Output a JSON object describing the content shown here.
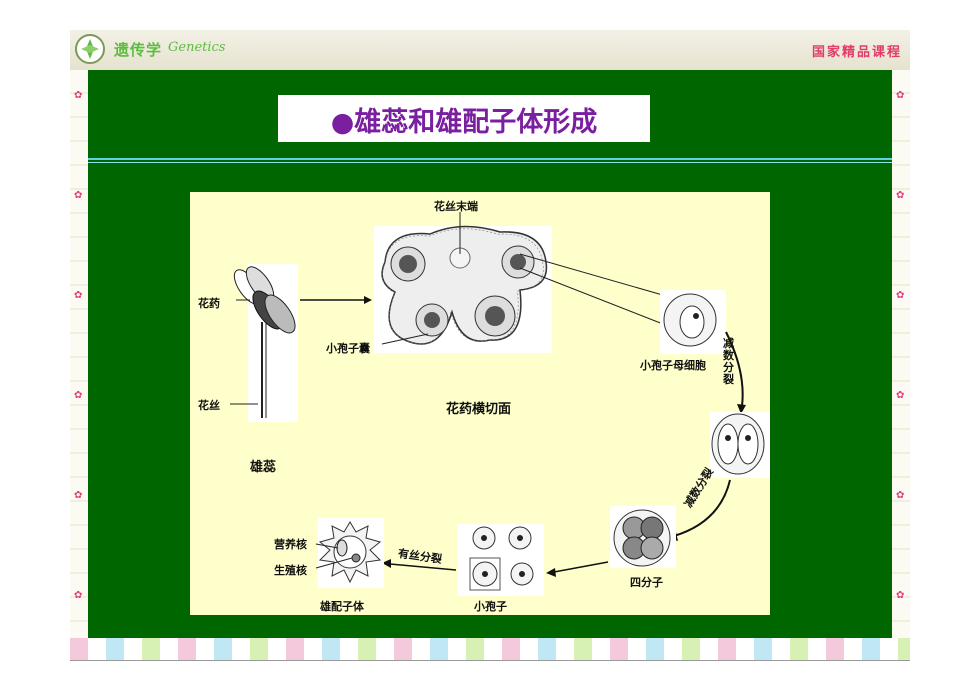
{
  "header": {
    "brand": "遗传学",
    "brand_script": "Genetics",
    "course": "国家精品课程"
  },
  "slide": {
    "title": "●雄蕊和雄配子体形成"
  },
  "figure": {
    "labels": {
      "filament_tip": "花丝末端",
      "anther": "花药",
      "filament": "花丝",
      "stamen": "雄蕊",
      "microsporangium": "小孢子囊",
      "anther_cross_section": "花药横切面",
      "microspore_mother_cell": "小孢子母细胞",
      "meiosis_1": "减数分裂",
      "meiosis_2": "减数分裂",
      "tetrad": "四分子",
      "microspore": "小孢子",
      "mitosis": "有丝分裂",
      "vegetative_nucleus": "营养核",
      "generative_nucleus": "生殖核",
      "male_gametophyte": "雄配子体"
    }
  },
  "colors": {
    "board": "#006600",
    "title_text": "#7a1fa0",
    "figure_bg": "#ffffcc",
    "rule": "#5fd0e0"
  }
}
